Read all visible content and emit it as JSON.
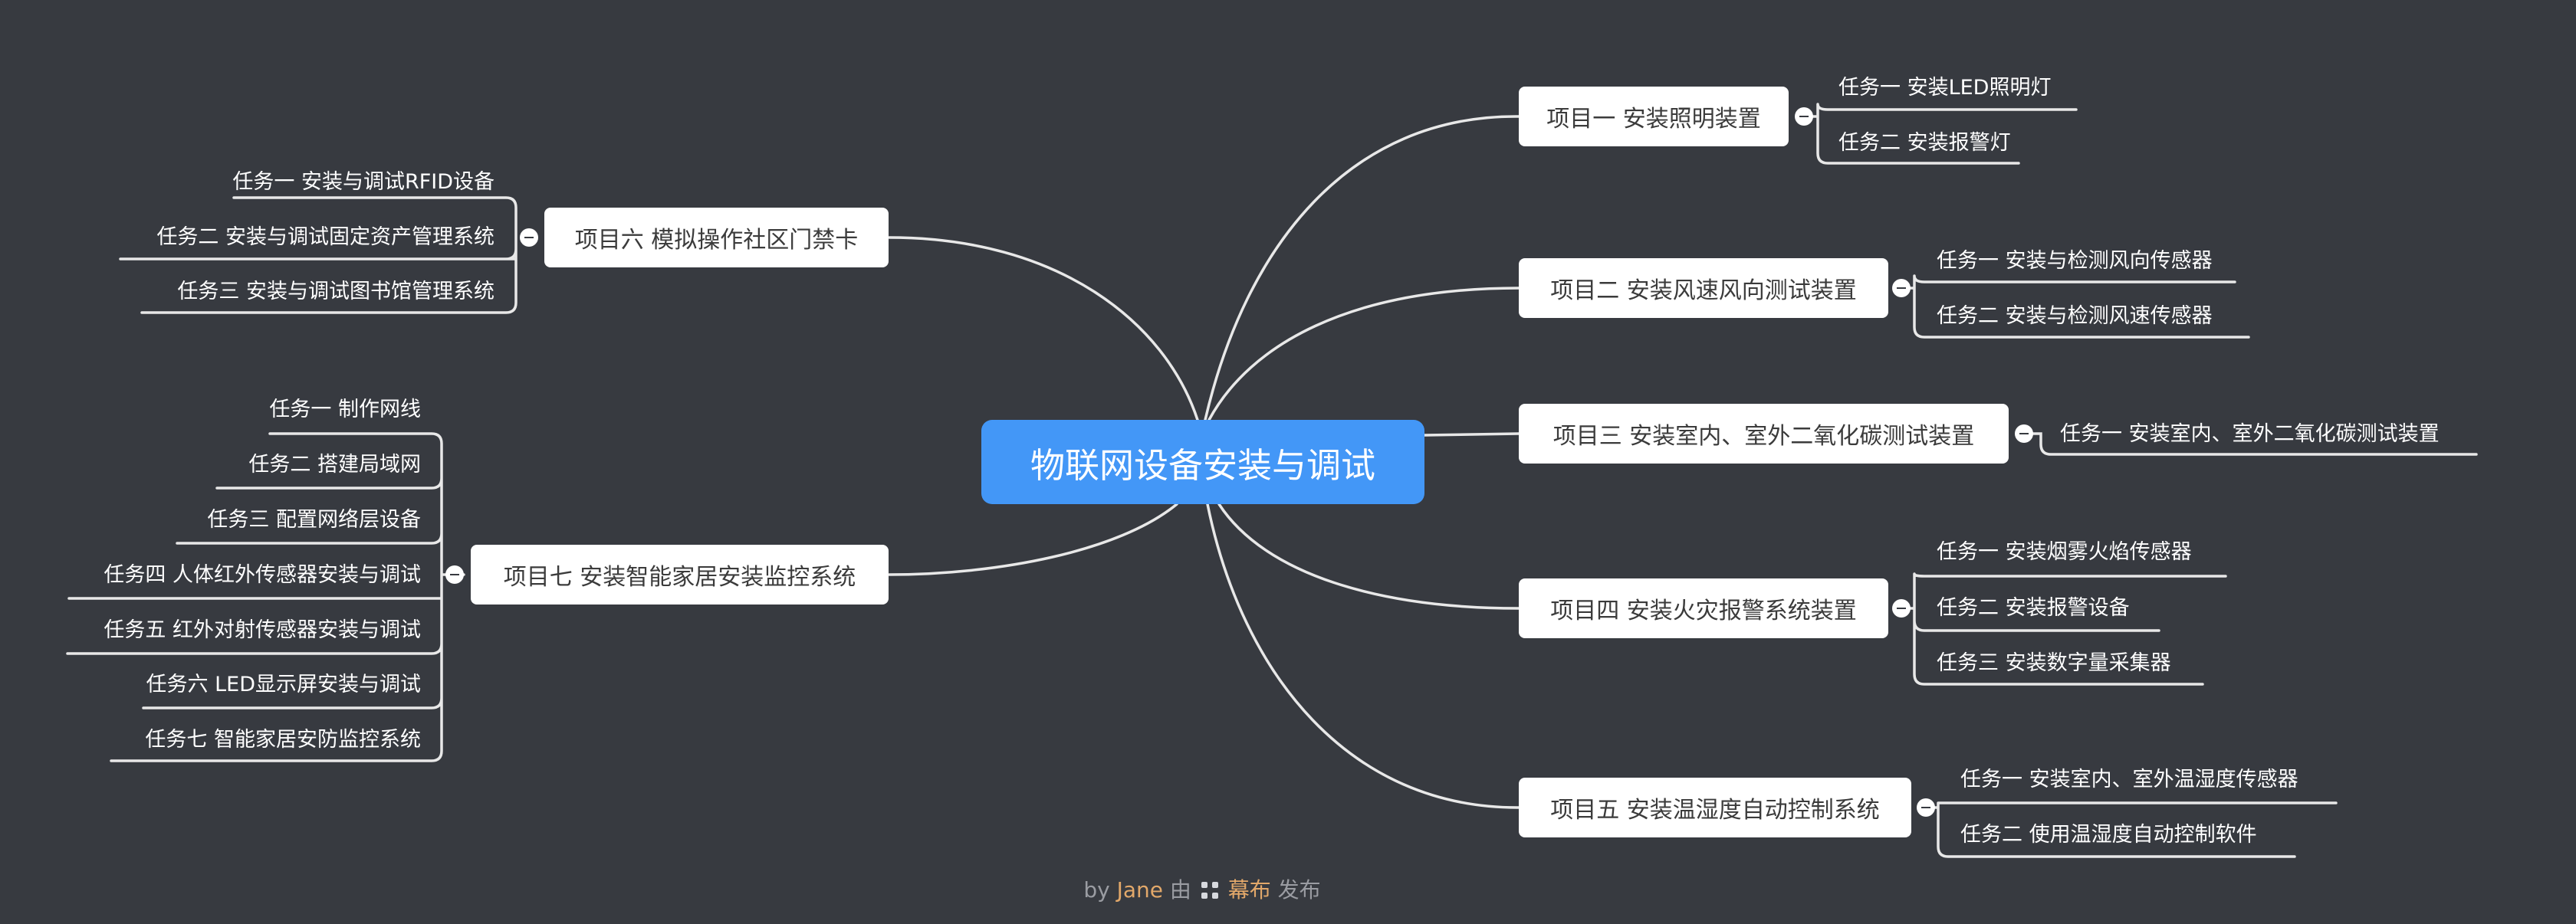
{
  "central": {
    "label": "物联网设备安装与调试"
  },
  "branches": [
    {
      "label": "项目一 安装照明装置",
      "tasks": [
        "任务一 安装LED照明灯",
        "任务二 安装报警灯"
      ]
    },
    {
      "label": "项目二 安装风速风向测试装置",
      "tasks": [
        "任务一 安装与检测风向传感器",
        "任务二 安装与检测风速传感器"
      ]
    },
    {
      "label": "项目三 安装室内、室外二氧化碳测试装置",
      "tasks": [
        "任务一 安装室内、室外二氧化碳测试装置"
      ]
    },
    {
      "label": "项目四 安装火灾报警系统装置",
      "tasks": [
        "任务一 安装烟雾火焰传感器",
        "任务二 安装报警设备",
        "任务三 安装数字量采集器"
      ]
    },
    {
      "label": "项目五 安装温湿度自动控制系统",
      "tasks": [
        "任务一 安装室内、室外温湿度传感器",
        "任务二 使用温湿度自动控制软件"
      ]
    },
    {
      "label": "项目六 模拟操作社区门禁卡",
      "tasks": [
        "任务一 安装与调试RFID设备",
        "任务二 安装与调试固定资产管理系统",
        "任务三 安装与调试图书馆管理系统"
      ]
    },
    {
      "label": "项目七 安装智能家居安装监控系统",
      "tasks": [
        "任务一 制作网线",
        "任务二 搭建局域网",
        "任务三 配置网络层设备",
        "任务四 人体红外传感器安装与调试",
        "任务五 红外对射传感器安装与调试",
        "任务六 LED显示屏安装与调试",
        "任务七 智能家居安防监控系统"
      ]
    }
  ],
  "footer": {
    "by": "by",
    "author": "Jane",
    "mid": "由",
    "brand": "幕布",
    "suffix": "发布"
  },
  "colors": {
    "background": "#373a40",
    "central": "#4397f7",
    "accent": "#e2a86a"
  }
}
